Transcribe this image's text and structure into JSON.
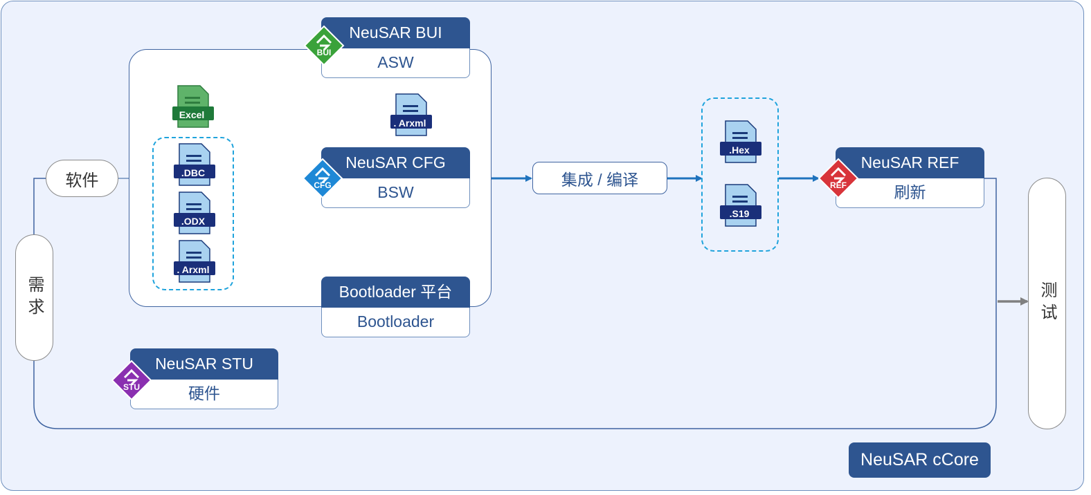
{
  "diagram": {
    "platform_label": "NeuSAR cCore",
    "requirement_label": "需求",
    "software_label": "软件",
    "test_label": "测试",
    "integrate_label": "集成 / 编译",
    "tools": {
      "bui": {
        "title": "NeuSAR  BUI",
        "subtitle": "ASW",
        "badge": "BUI",
        "badge_color": "#3aa23a"
      },
      "cfg": {
        "title": "NeuSAR CFG",
        "subtitle": "BSW",
        "badge": "CFG",
        "badge_color": "#1e88d6"
      },
      "bootloader": {
        "title": "Bootloader 平台",
        "subtitle": "Bootloader"
      },
      "ref": {
        "title": "NeuSAR REF",
        "subtitle": "刷新",
        "badge": "REF",
        "badge_color": "#d8343a"
      },
      "stu": {
        "title": "NeuSAR STU",
        "subtitle": "硬件",
        "badge": "STU",
        "badge_color": "#8a2fb0"
      }
    },
    "files": {
      "excel": ".Excel",
      "arxml_top": ". Arxml",
      "input_group": [
        ".DBC",
        ".ODX",
        ". Arxml"
      ],
      "output_group": [
        ".Hex",
        ".S19"
      ]
    },
    "file_labels": {
      "excel": "Excel",
      "arxml_top": ". Arxml",
      "dbc": ".DBC",
      "odx": ".ODX",
      "arxml": ". Arxml",
      "hex": ".Hex",
      "s19": ".S19"
    },
    "colors": {
      "primary_navy": "#2e5590",
      "flow_blue": "#1f73bd",
      "excel_green": "#1aa34a",
      "dash_cyan": "#1fa3dc",
      "test_arrow_gray": "#808080",
      "background": "#edf2fd"
    }
  }
}
